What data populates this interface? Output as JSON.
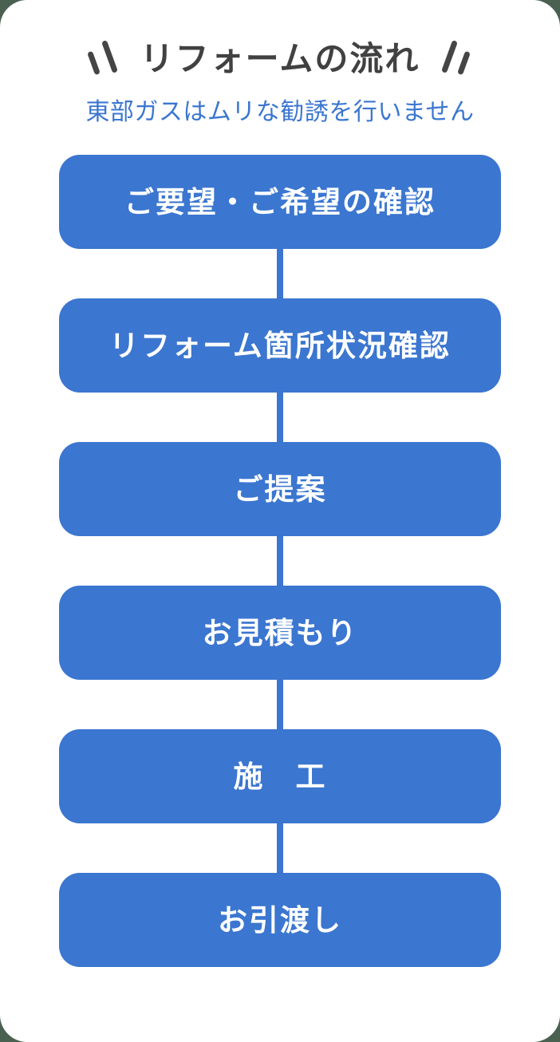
{
  "page": {
    "background_outside": "#4a6050",
    "card_background": "#ffffff",
    "accent_color": "#3b76d0",
    "title_color": "#414141"
  },
  "header": {
    "title": "リフォームの流れ",
    "subtitle": "東部ガスはムリな勧誘を行いません",
    "decoration_left": "double-backslash",
    "decoration_right": "double-slash"
  },
  "flow": {
    "steps": [
      {
        "index": 1,
        "label": "ご要望・ご希望の確認"
      },
      {
        "index": 2,
        "label": "リフォーム箇所状況確認"
      },
      {
        "index": 3,
        "label": "ご提案"
      },
      {
        "index": 4,
        "label": "お見積もり"
      },
      {
        "index": 5,
        "label": "施　工"
      },
      {
        "index": 6,
        "label": "お引渡し"
      }
    ]
  }
}
